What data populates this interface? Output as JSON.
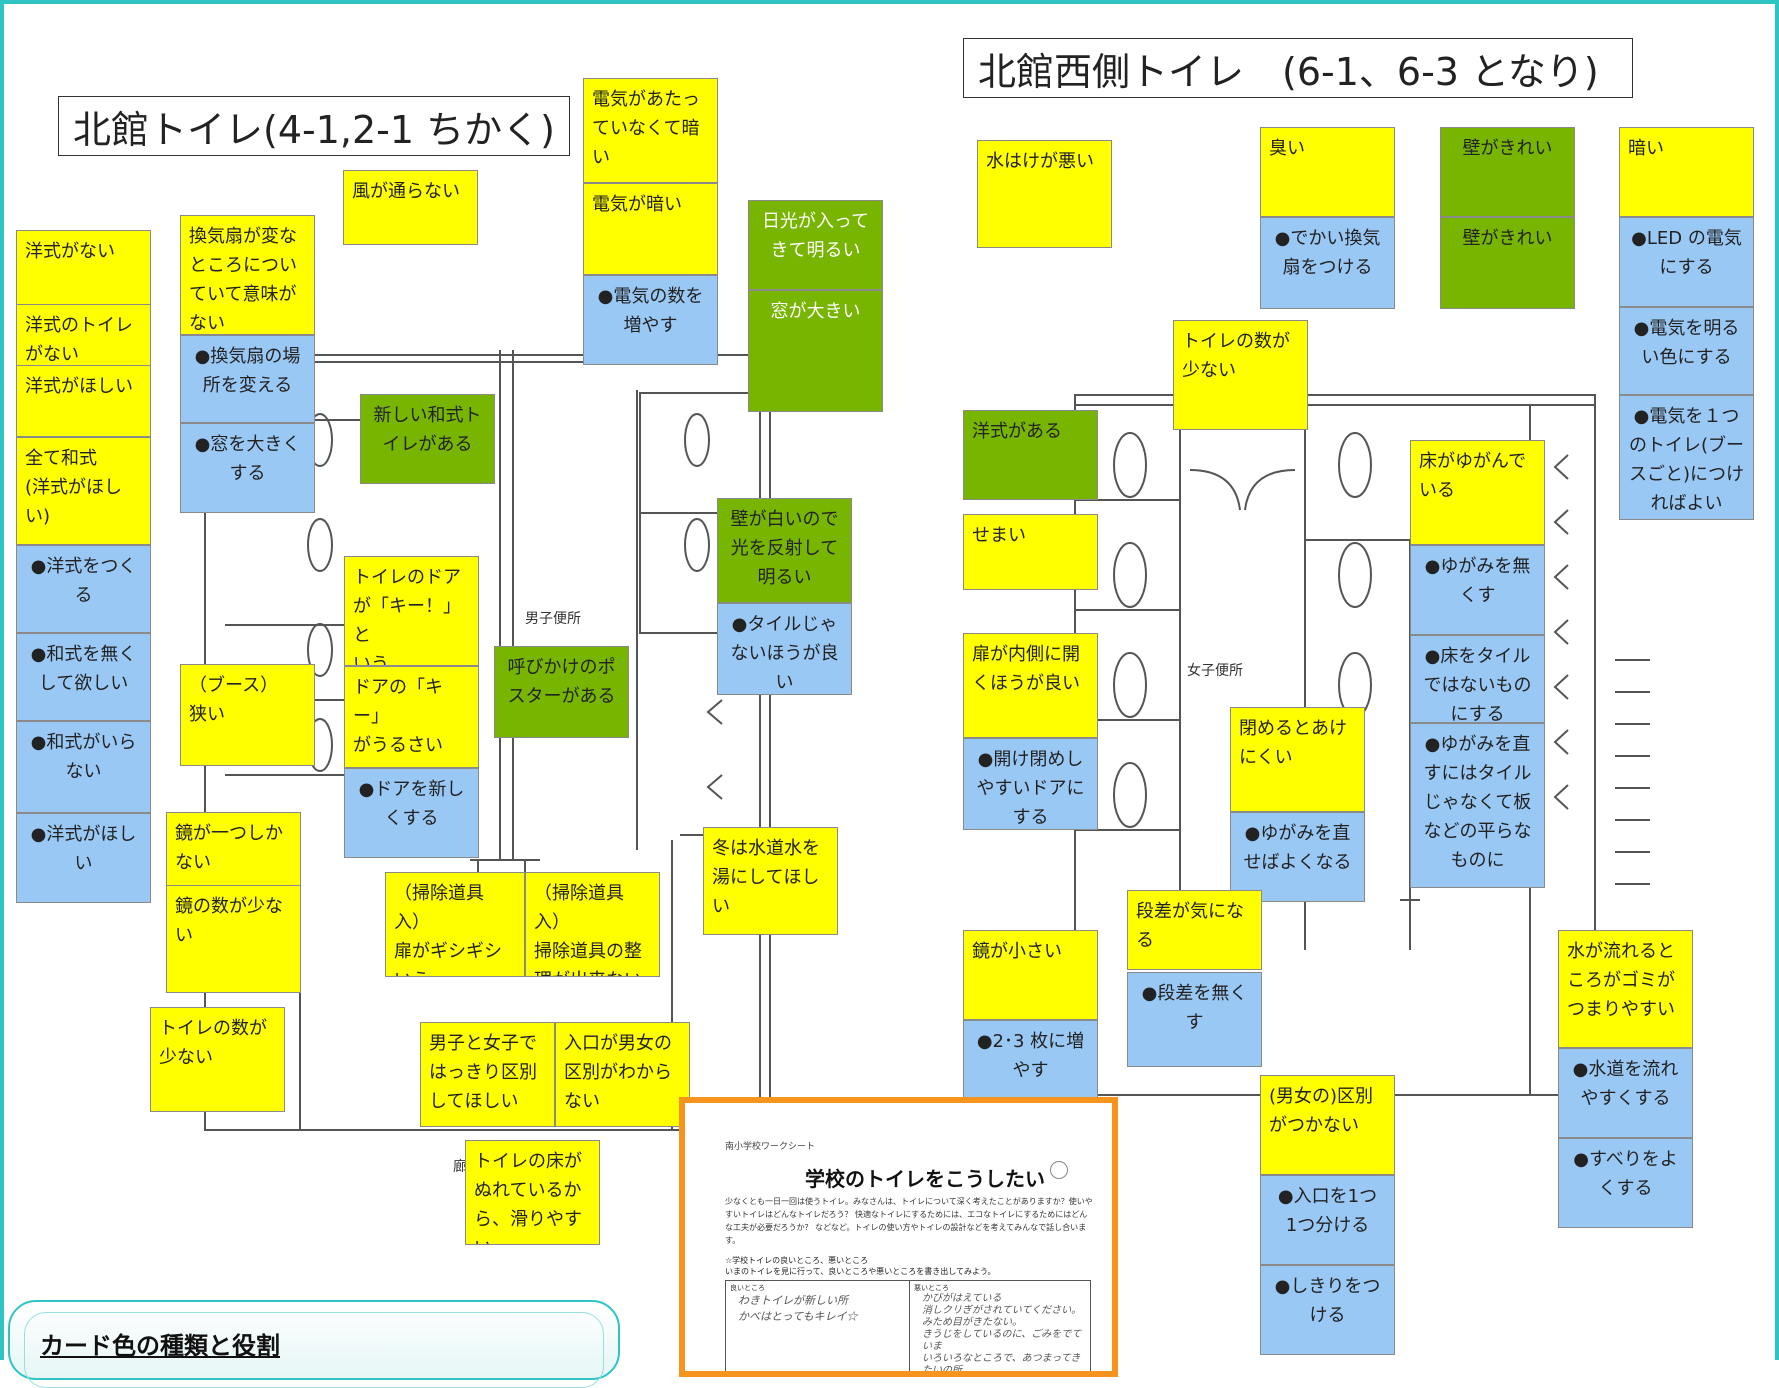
{
  "colors": {
    "frame": "#2fc4c4",
    "problem_card": "#ffff00",
    "solution_card": "#99c8f5",
    "good_card": "#77b500",
    "worksheet_border": "#f7941d"
  },
  "titles": {
    "north": "北館トイレ(4-1,2-1 ちかく)",
    "west": "北館西側トイレ　(6-1、6-3 となり)"
  },
  "plan_labels": {
    "boys": "男子便所",
    "girls": "女子便所",
    "fragment": "廊"
  },
  "cards": {
    "n_yoshiki_nai": "洋式がない",
    "n_yoshiki_toilet_nai": "洋式のトイレ\nがない",
    "n_yoshiki_hoshii": "洋式がほしい",
    "n_subete_washiki": "全て和式\n(洋式がほし\nい)",
    "n_s_yoshiki_tsukuru": "●洋式をつく\nる",
    "n_s_washiki_nakushite": "●和式を無く\nして欲しい",
    "n_s_washiki_iranai": "●和式がいら\nない",
    "n_s_yoshiki_hoshii": "●洋式がほし\nい",
    "n_kankisen": "換気扇が変な\nところについ\nていて意味が\nない",
    "n_s_kankisen_basho": "●換気扇の場\n所を変える",
    "n_s_mado": "●窓を大きく\nする",
    "n_kaze": "風が通らない",
    "n_denki_atatte": "電気があたっ\nていなくて暗\nい",
    "n_denki_kurai": "電気が暗い",
    "n_s_denki_kazu": "●電気の数を\n増やす",
    "n_nikko": "日光が入って\nきて明るい",
    "n_mado_ookii": "窓が大きい",
    "n_atarashii_washiki": "新しい和式ト\nイレがある",
    "n_kabe_shiroi": "壁が白いので\n光を反射して\n明るい",
    "n_s_tile": "●タイルじゃ\nないほうが良\nい",
    "n_door_kii": "トイレのドア\nが「キー！」と\nいう",
    "n_door_urusai": "ドアの「キー」\nがうるさい",
    "n_s_door": "●ドアを新し\nくする",
    "n_booth": "（ブース）\n狭い",
    "n_poster": "呼びかけのポ\nスターがある",
    "n_kagami_hitotsu": "鏡が一つしか\nない",
    "n_kagami_sukunai": "鏡の数が少な\nい",
    "n_toilet_kazu": "トイレの数が\n少ない",
    "n_soji_tobira": "（掃除道具入）\n扉がギシギシ\nいう",
    "n_soji_seiri": "（掃除道具入）\n掃除道具の整\n理が出来ない",
    "n_fuyu": "冬は水道水を\n湯にしてほし\nい",
    "n_danjo_kubetsu": "男子と女子で\nはっきり区別\nしてほしい",
    "n_iriguchi": "入口が男女の\n区別がわから\nない",
    "n_yuka_nure": "トイレの床が\nぬれているか\nら、滑りやすい",
    "w_mizuhake": "水はけが悪い",
    "w_kusai": "臭い",
    "w_s_dekai_kankisen": "●でかい換気\n扇をつける",
    "w_kabe_kirei1": "壁がきれい",
    "w_kabe_kirei2": "壁がきれい",
    "w_kurai": "暗い",
    "w_s_led": "●LED の電気\nにする",
    "w_s_akarui": "●電気を明る\nい色にする",
    "w_s_denki_hitotsu": "●電気を１つ\nのトイレ(ブー\nスごと)につけ\nればよい",
    "w_toilet_kazu": "トイレの数が\n少ない",
    "w_yoshiki_aru": "洋式がある",
    "w_semai": "せまい",
    "w_tobira_uchigawa": "扉が内側に開\nくほうが良い",
    "w_s_akeshime": "●開け閉めし\nやすいドアに\nする",
    "w_yuka_yugande": "床がゆがんで\nいる",
    "w_s_yugami_naku": "●ゆがみを無\nくす",
    "w_s_yuka_tile": "●床をタイル\nではないもの\nにする",
    "w_s_yugami_naosu": "●ゆがみを直\nすにはタイル\nじゃなくて板\nなどの平らな\nものに",
    "w_shimeru": "閉めるとあけ\nにくい",
    "w_s_yugami_yoku": "●ゆがみを直\nせばよくなる",
    "w_dansa": "段差が気にな\nる",
    "w_s_dansa": "●段差を無く\nす",
    "w_kagami_chiisai": "鏡が小さい",
    "w_s_kagami_fuyasu": "●2･3 枚に増\nやす",
    "w_danjo_kubetsu": "(男女の)区別\nがつかない",
    "w_s_iriguchi": "●入口を1つ\n1つ分ける",
    "w_s_shikiri": "●しきりをつ\nける",
    "w_mizu_gomi": "水が流れると\nころがゴミが\nつまりやすい",
    "w_s_suidou": "●水道を流れ\nやすくする",
    "w_s_suberi": "●すべりをよ\nくする"
  },
  "legend": {
    "title": "カード色の種類と役割"
  },
  "worksheet": {
    "header": "南小学校ワークシート",
    "title": "学校のトイレをこうしたい",
    "intro": "少なくとも一日一回は使うトイレ。みなさんは、トイレについて深く考えたことがありますか？使いやすいトイレはどんなトイレだろう？ 快適なトイレにするためには、エコなトイレにするためにはどんな工夫が必要だろうか？ などなど。トイレの使い方やトイレの設計などを考えてみんなで話し合います。",
    "section_title": "☆学校トイレの良いところ、悪いところ",
    "section_instruction": "いまのトイレを見に行って、良いところや悪いところを書き出してみよう。",
    "good_header": "良いところ",
    "bad_header": "悪いところ",
    "good_text": "わきトイレが新しい所\nかべはとってもキレイ☆",
    "bad_text": "かびがはえている\n消しクリぎがされていてください。\nみため目がきたない。\nきうじをしているのに、ごみをでていま\nいろいろなところで、あつまってきたいの所"
  }
}
